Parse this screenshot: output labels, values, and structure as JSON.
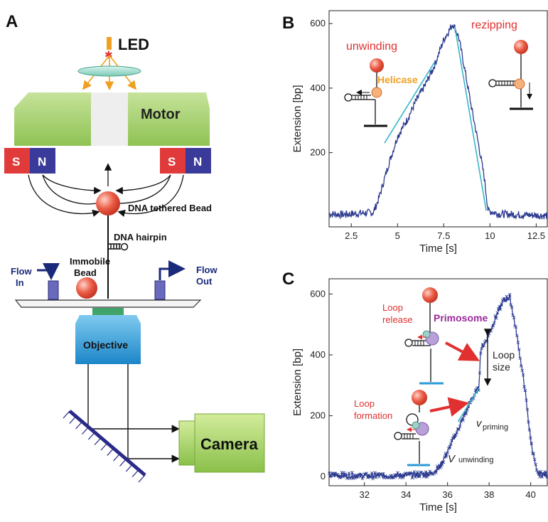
{
  "panels": {
    "a": {
      "letter": "A",
      "led": "LED",
      "motor": "Motor",
      "magnet_s": "S",
      "magnet_n": "N",
      "bead": "DNA tethered Bead",
      "hairpin": "DNA hairpin",
      "immobile_bead_1": "Immobile",
      "immobile_bead_2": "Bead",
      "flow_in_1": "Flow",
      "flow_in_2": "In",
      "flow_out_1": "Flow",
      "flow_out_2": "Out",
      "objective": "Objective",
      "camera": "Camera"
    },
    "b": {
      "letter": "B",
      "unwinding": "unwinding",
      "rezipping": "rezipping",
      "helicase": "Helicase"
    },
    "c": {
      "letter": "C",
      "loop_release": "Loop\nrelease",
      "loop_release_1": "Loop",
      "loop_release_2": "release",
      "primosome": "Primosome",
      "loop_size_1": "Loop",
      "loop_size_2": "size",
      "loop_formation_1": "Loop",
      "loop_formation_2": "formation",
      "v_priming": "v",
      "v_priming_sub": "priming",
      "v_unwinding": "V",
      "v_unwinding_sub": "unwinding"
    }
  },
  "colors": {
    "trace": "#2b3a8f",
    "fit": "#36b6c8",
    "red_text": "#e03030",
    "helicase_text": "#f0a020",
    "primosome_text": "#9a2a9a",
    "motor_green": "#a9d46a",
    "magnet_red": "#e03a3a",
    "magnet_blue": "#3a3a9a",
    "objective_blue": "#2a9ad8",
    "camera_green": "#a9d46a",
    "bead_red": "#e8473a",
    "navy": "#1a2a7a"
  },
  "chart_data": [
    {
      "type": "line",
      "panel": "B",
      "xlabel": "Time [s]",
      "ylabel": "Extension [bp]",
      "xlim": [
        1.3,
        13.1
      ],
      "ylim": [
        -30,
        640
      ],
      "xticks": [
        2.5,
        5,
        7.5,
        10,
        12.5
      ],
      "xtick_labels": [
        "2.5",
        "5",
        "7.5",
        "10",
        "12.5"
      ],
      "yticks": [
        200,
        400,
        600
      ],
      "ytick_labels": [
        "200",
        "400",
        "600"
      ],
      "series": [
        {
          "x": [
            1.4,
            2.0,
            3.0,
            3.7,
            4.0,
            4.5,
            5.0,
            5.5,
            6.0,
            6.5,
            7.0,
            7.5,
            8.0,
            8.3,
            8.6,
            9.0,
            9.4,
            9.7,
            9.9,
            10.5,
            11.5,
            13.0
          ],
          "y": [
            10,
            8,
            12,
            15,
            60,
            160,
            250,
            300,
            360,
            410,
            470,
            550,
            600,
            560,
            470,
            340,
            220,
            120,
            20,
            10,
            8,
            5
          ]
        }
      ],
      "fits": [
        {
          "x": [
            4.3,
            7.0
          ],
          "y": [
            230,
            480
          ]
        },
        {
          "x": [
            8.1,
            9.8
          ],
          "y": [
            590,
            20
          ]
        }
      ]
    },
    {
      "type": "line",
      "panel": "C",
      "xlabel": "Time [s]",
      "ylabel": "Extension [bp]",
      "xlim": [
        30.3,
        40.8
      ],
      "ylim": [
        -30,
        650
      ],
      "xticks": [
        32,
        34,
        36,
        38,
        40
      ],
      "xtick_labels": [
        "32",
        "34",
        "36",
        "38",
        "40"
      ],
      "yticks": [
        0,
        200,
        400,
        600
      ],
      "ytick_labels": [
        "0",
        "200",
        "400",
        "600"
      ],
      "series": [
        {
          "x": [
            30.3,
            32,
            34,
            35.2,
            35.6,
            36.0,
            36.4,
            36.8,
            37.2,
            37.5,
            37.6,
            37.8,
            38.0,
            38.3,
            38.7,
            39.0,
            39.3,
            39.7,
            40.0,
            40.3,
            40.8
          ],
          "y": [
            5,
            3,
            4,
            10,
            30,
            80,
            140,
            200,
            260,
            290,
            420,
            440,
            470,
            520,
            580,
            590,
            480,
            300,
            120,
            10,
            5
          ]
        }
      ],
      "fits": [
        {
          "x": [
            36.5,
            37.5
          ],
          "y": [
            180,
            290
          ]
        }
      ]
    }
  ]
}
